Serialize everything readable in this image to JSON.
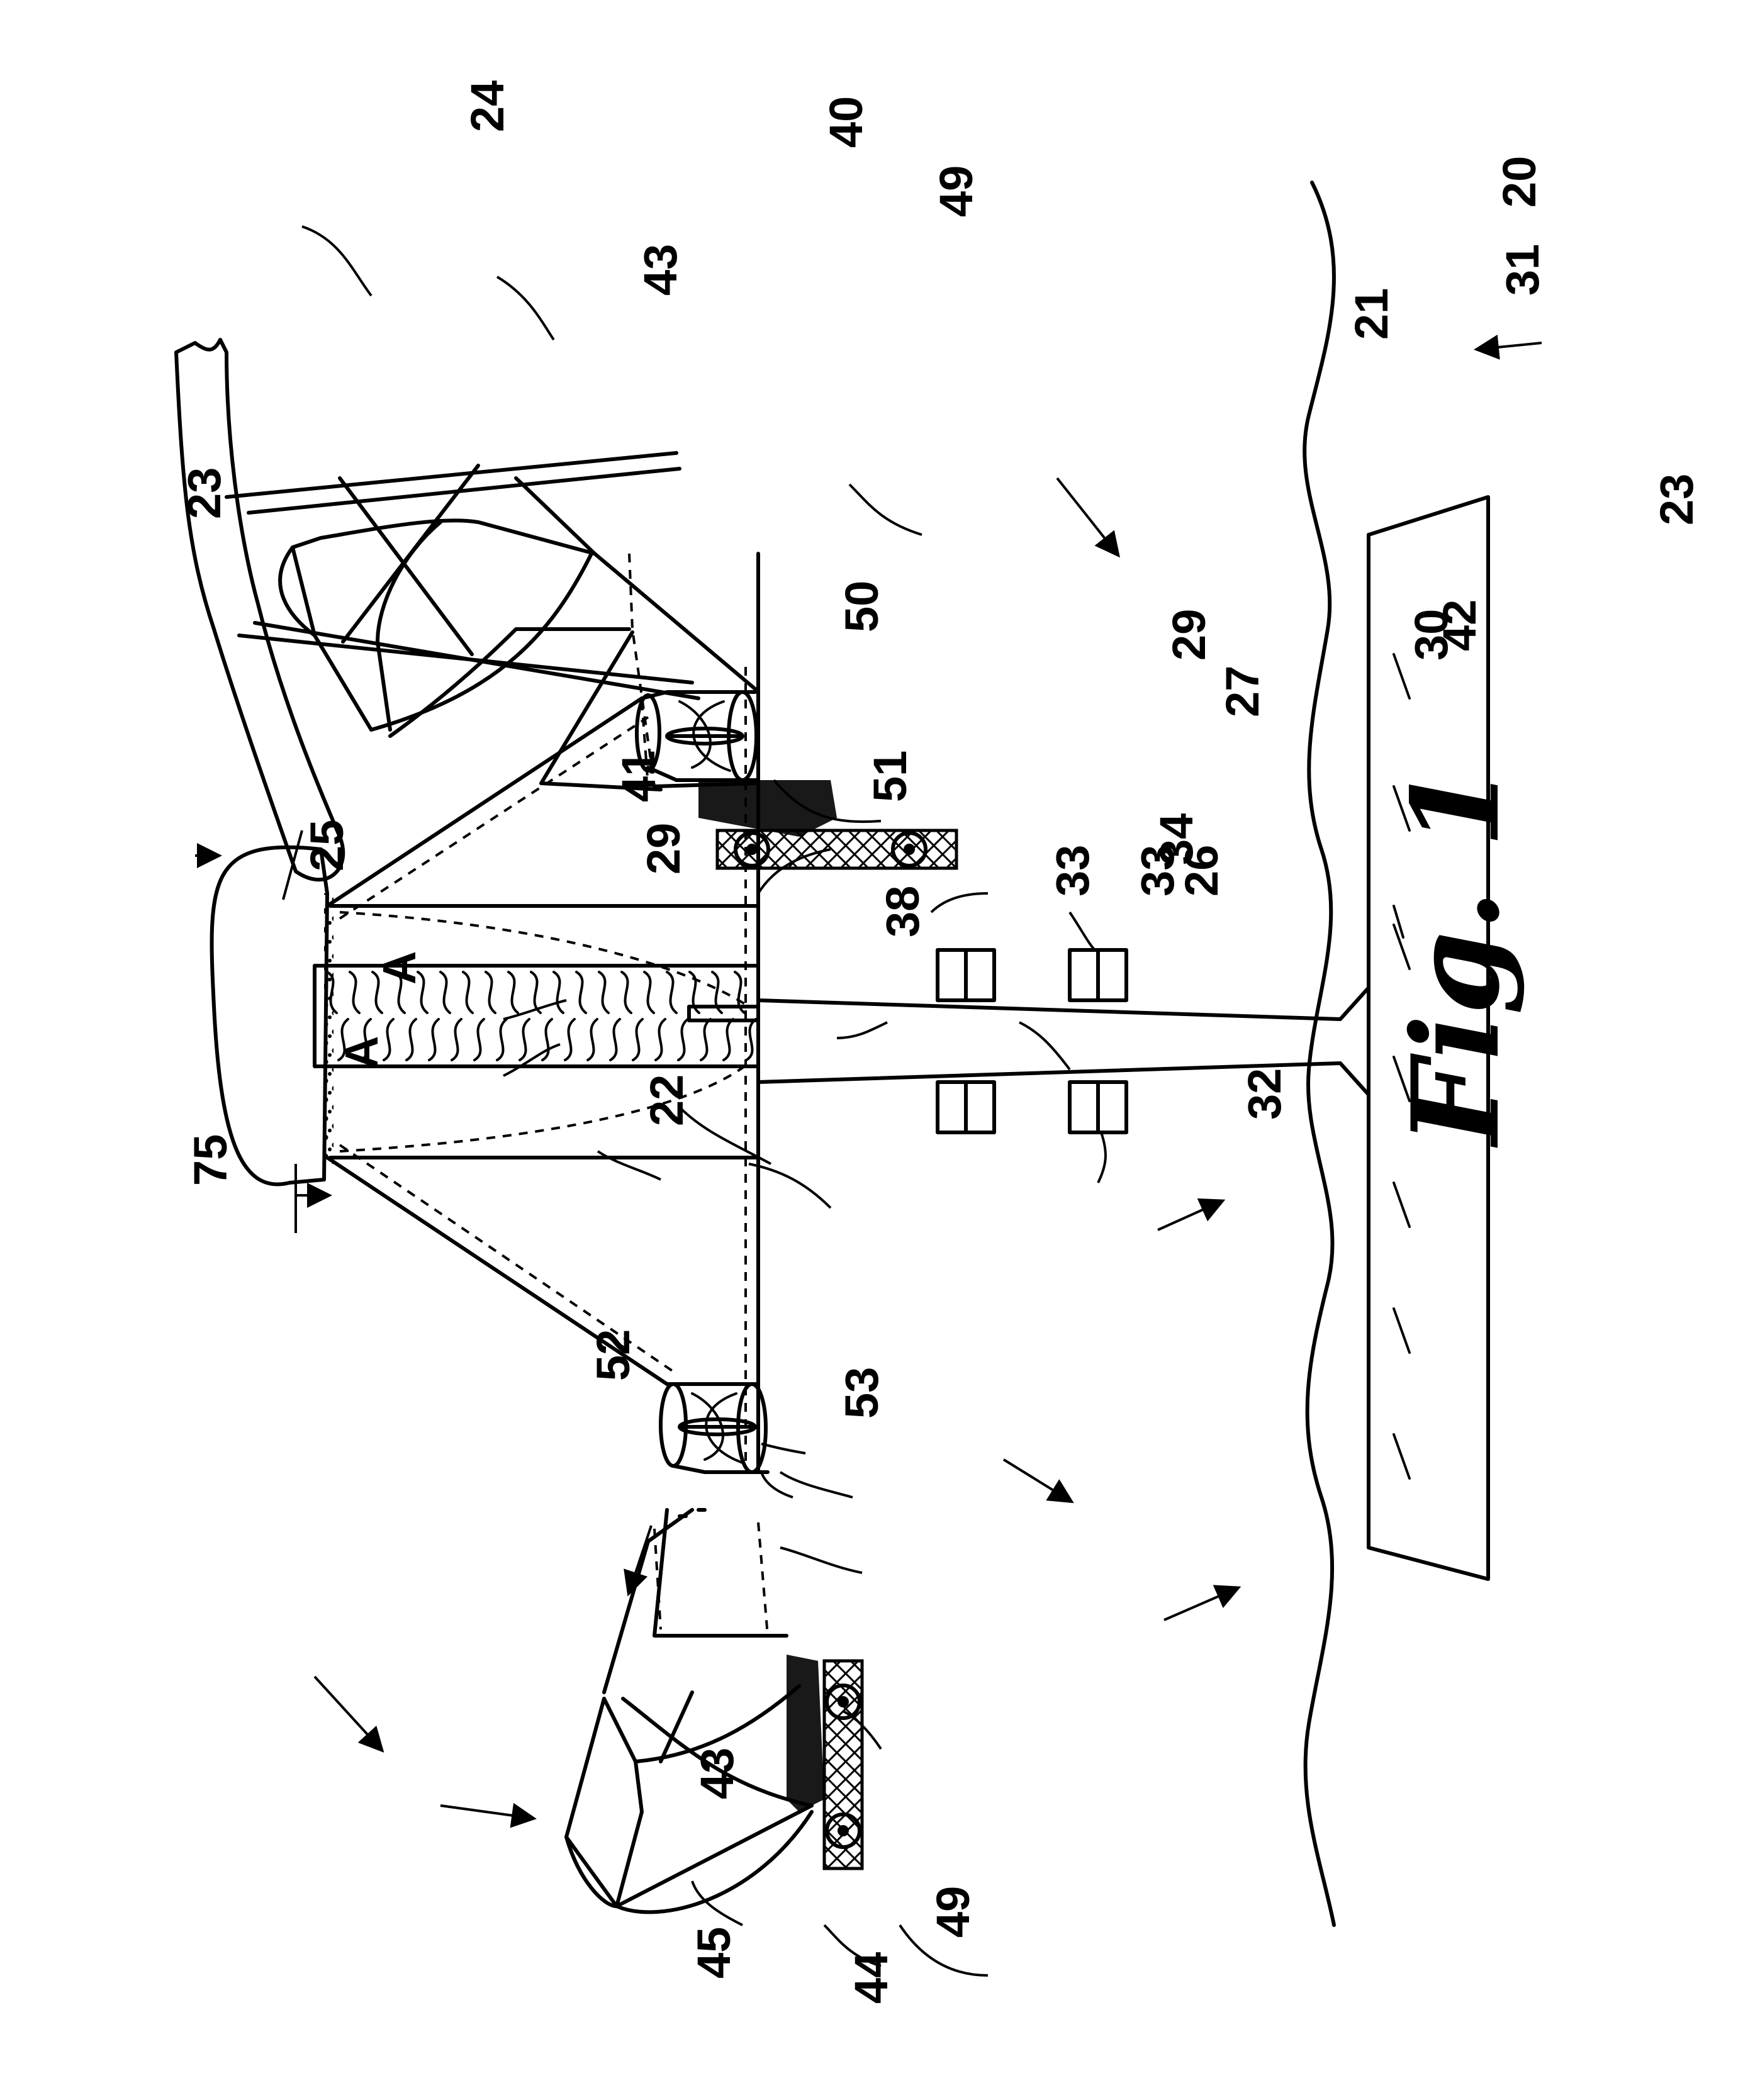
{
  "figure": {
    "caption": "Fig. 1",
    "labels": {
      "n20": "20",
      "n21": "21",
      "n22": "22",
      "n23a": "23",
      "n23b": "23",
      "n24": "24",
      "n25": "25",
      "n26": "26",
      "n27": "27",
      "n29a": "29",
      "n29b": "29",
      "n30": "30",
      "n31": "31",
      "n32": "32",
      "n33a": "33",
      "n33b": "33",
      "n34": "34",
      "n38": "38",
      "n40": "40",
      "n41": "41",
      "n42": "42",
      "n43a": "43",
      "n43b": "43",
      "n44": "44",
      "n45": "45",
      "n49a": "49",
      "n49b": "49",
      "n50": "50",
      "n51": "51",
      "n52": "52",
      "n53": "53",
      "n75": "75",
      "sectionA1": "A",
      "sectionA2": "A"
    }
  },
  "colors": {
    "ink": "#000000",
    "paper": "#ffffff"
  }
}
